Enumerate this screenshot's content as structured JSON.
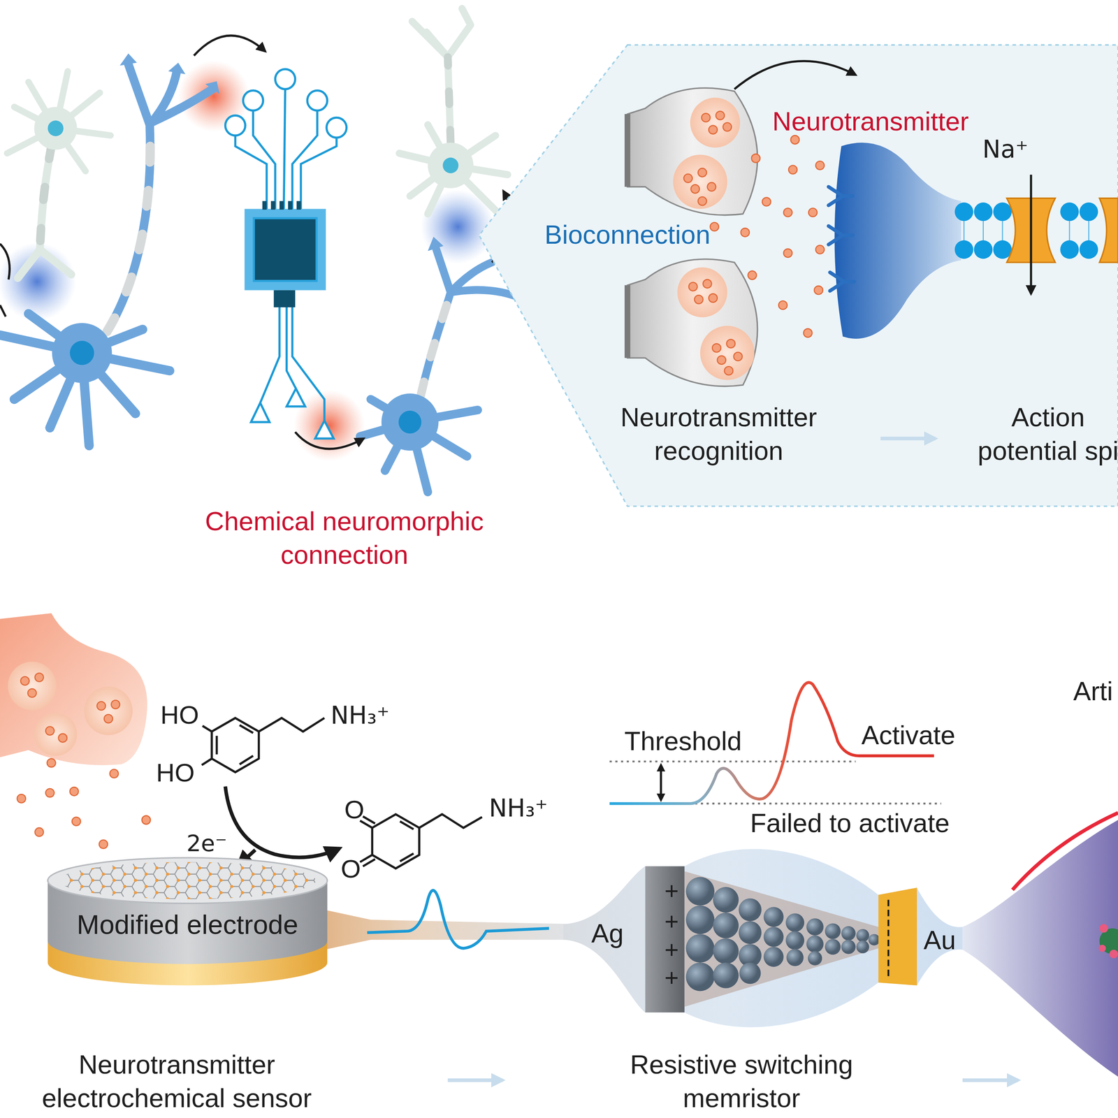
{
  "diagram": {
    "nodes": [
      {
        "text": [
          "Modified electrode"
        ]
      }
    ],
    "labels": [
      "Neurotransmitter",
      "Na⁺",
      "Bioconnection",
      "Neurotransmitter recognition",
      "Action potential spi",
      "Chemical neuromorphic connection",
      "HO",
      "HO",
      "NH₃⁺",
      "2e⁻",
      "O",
      "O",
      "NH₃⁺",
      "Threshold",
      "Activate",
      "Failed to activate",
      "Arti",
      "Ag",
      "Au",
      "Neurotransmitter electrochemical sensor",
      "Resistive switching memristor",
      "+",
      "+",
      "+",
      "+"
    ]
  }
}
